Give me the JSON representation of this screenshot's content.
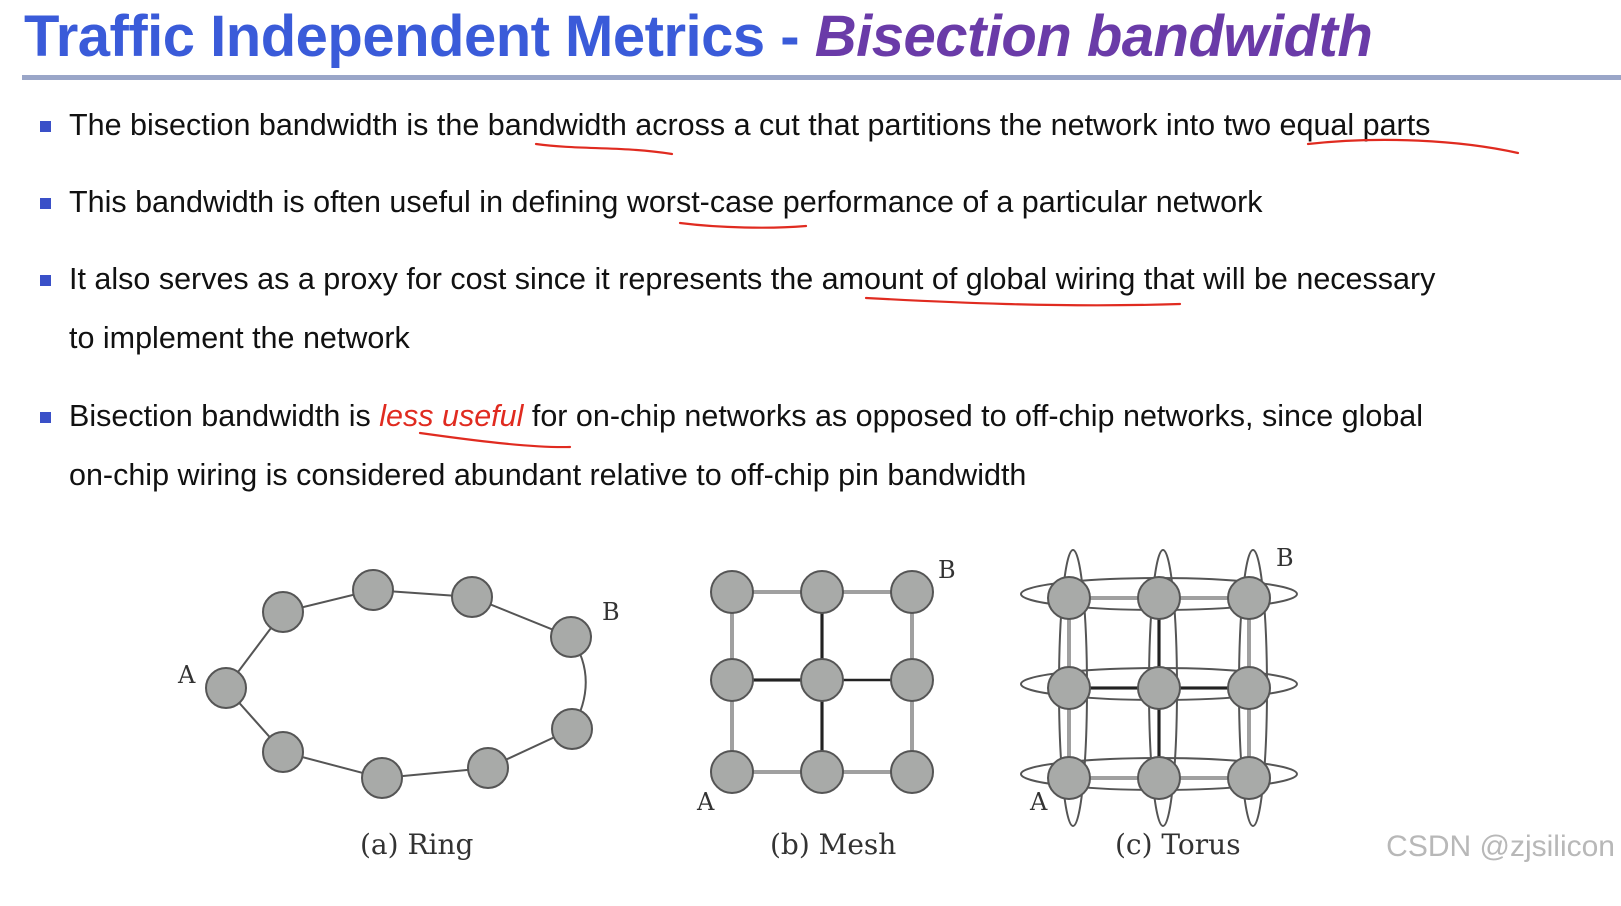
{
  "slide": {
    "title_main": "Traffic Independent Metrics - ",
    "title_sub": "Bisection bandwidth",
    "bullets": [
      {
        "line1_a": "The bisection bandwidth is the bandwidth across a cut that partitions the network into two equal parts"
      },
      {
        "line1_a": "This bandwidth is often useful in defining worst-case performance of a particular network"
      },
      {
        "line1_a": "It also serves as a proxy for cost since it represents the amount of global wiring that will be necessary",
        "line2": "to implement the network"
      },
      {
        "line1_a": "Bisection bandwidth is ",
        "line1_em": "less useful",
        "line1_b": " for on-chip networks as opposed to off-chip networks, since global",
        "line2": "on-chip wiring is considered abundant relative to off-chip pin bandwidth"
      }
    ]
  },
  "figures": {
    "ring": {
      "caption": "(a) Ring",
      "label_a": "A",
      "label_b": "B"
    },
    "mesh": {
      "caption": "(b) Mesh",
      "label_a": "A",
      "label_b": "B"
    },
    "torus": {
      "caption": "(c) Torus",
      "label_a": "A",
      "label_b": "B"
    }
  },
  "watermark": "CSDN @zjsilicon",
  "colors": {
    "title": "#3a5bd9",
    "title_sub": "#6a3ba8",
    "bullet": "#3a50c8",
    "emphasis": "#e02b20",
    "node": "#a8aaa8"
  }
}
